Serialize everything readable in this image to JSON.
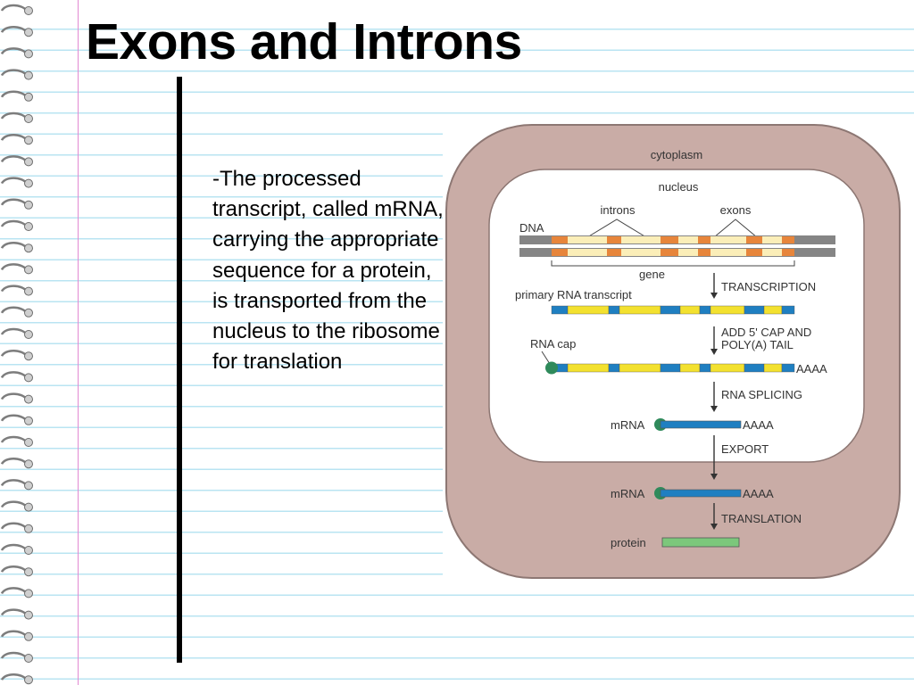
{
  "slide": {
    "title": "Exons and Introns",
    "body_text": "-The processed transcript, called mRNA, carrying the appropriate sequence for a protein, is transported from the nucleus to the ribosome for translation"
  },
  "diagram": {
    "labels": {
      "cytoplasm": "cytoplasm",
      "nucleus": "nucleus",
      "dna": "DNA",
      "introns": "introns",
      "exons": "exons",
      "gene": "gene",
      "primary_transcript": "primary RNA transcript",
      "rna_cap": "RNA cap",
      "mrna_1": "mRNA",
      "mrna_2": "mRNA",
      "protein": "protein",
      "polya_1": "AAAA",
      "polya_2": "AAAA",
      "polya_3": "AAAA"
    },
    "steps": {
      "transcription": "TRANSCRIPTION",
      "cap_tail_line1": "ADD 5' CAP AND",
      "cap_tail_line2": "POLY(A) TAIL",
      "splicing": "RNA SPLICING",
      "export": "EXPORT",
      "translation": "TRANSLATION"
    },
    "colors": {
      "cell": "#c9aca6",
      "cell_border": "#8d7773",
      "nucleus": "#ffffff",
      "dna_strand": "#858585",
      "exon_dna": "#e7853b",
      "intron_dna": "#fbeeb8",
      "exon_rna": "#1f7fc1",
      "intron_rna": "#f3e12f",
      "cap": "#2f8a5b",
      "protein": "#7cc77b"
    }
  }
}
